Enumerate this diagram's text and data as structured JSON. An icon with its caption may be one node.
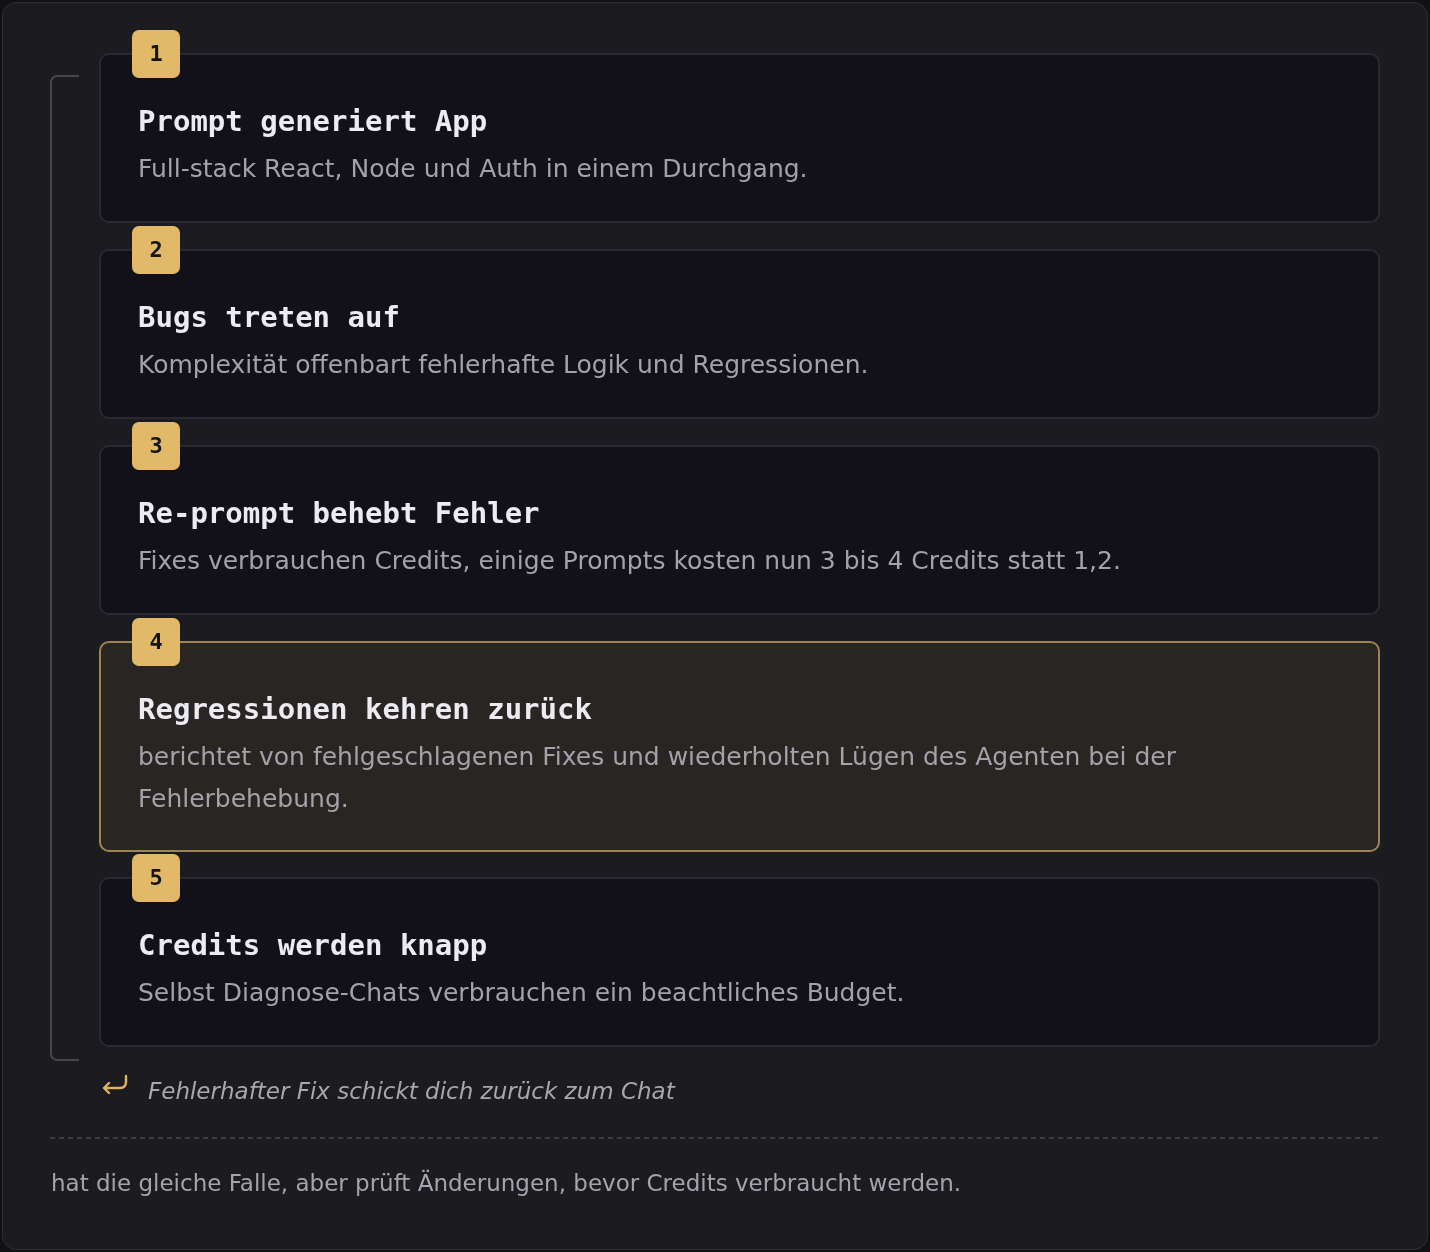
{
  "diagram": {
    "caption": "hat die gleiche Falle, aber prüft Änderungen, bevor Credits verbraucht werden.",
    "nodes": [
      {
        "text": [
          "1"
        ]
      },
      {
        "text": [
          "Prompt generiert App",
          "Full-stack React, Node und Auth in einem Durchgang."
        ]
      },
      {
        "text": [
          "2"
        ]
      },
      {
        "text": [
          "Bugs treten auf",
          "Komplexität offenbart fehlerhafte Logik und Regressionen."
        ]
      },
      {
        "text": [
          "3"
        ]
      },
      {
        "text": [
          "Re-prompt behebt Fehler",
          "Fixes verbrauchen Credits, einige Prompts kosten nun 3 bis 4 Credits statt 1,2."
        ]
      },
      {
        "text": [
          "4"
        ]
      },
      {
        "text": [
          "Regressionen kehren zurück",
          "berichtet von fehlgeschlagenen Fixes und wiederholten Lügen des Agenten bei der Fehlerbehebung."
        ]
      },
      {
        "text": [
          "5"
        ]
      },
      {
        "text": [
          "Credits werden knapp",
          "Selbst Diagnose-Chats verbrauchen ein beachtliches Budget."
        ]
      }
    ],
    "labels": [
      "Fehlerhafter Fix schickt dich zurück zum Chat"
    ]
  }
}
